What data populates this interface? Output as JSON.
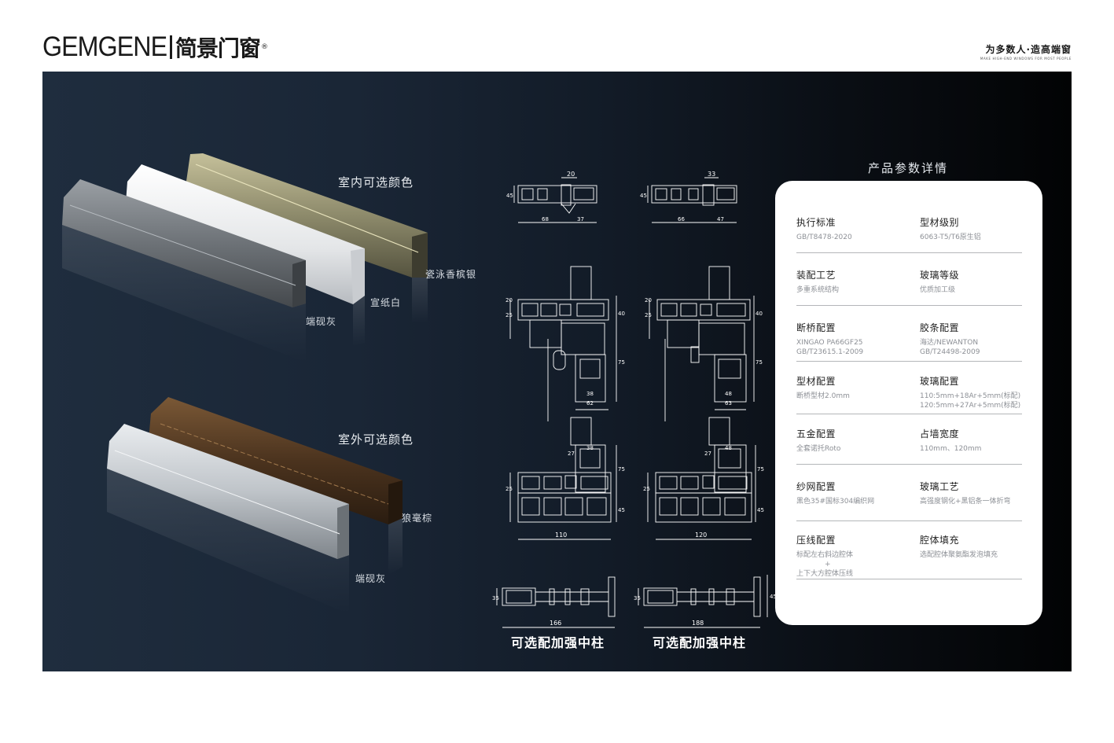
{
  "header": {
    "brand_latin": "GEMGENE",
    "brand_cn": "简景门窗",
    "brand_reg": "®",
    "slogan_cn": "为多数人·造高端窗",
    "slogan_en": "make high-end windows for most people"
  },
  "colors": {
    "title": "室内可选颜色",
    "indoor": [
      "瓷泳香槟银",
      "宣纸白",
      "端砚灰"
    ],
    "outdoor_title": "室外可选颜色",
    "outdoor": [
      "狼毫棕",
      "端砚灰"
    ]
  },
  "drawings": {
    "left": {
      "top_dims": [
        "20",
        "45",
        "68",
        "37"
      ],
      "mid_dims": [
        "20",
        "25",
        "40",
        "75",
        "38",
        "62"
      ],
      "bot_dims": [
        "27",
        "75",
        "38",
        "25",
        "45",
        "110"
      ],
      "mullion_dims": [
        "35",
        "166"
      ]
    },
    "right": {
      "top_dims": [
        "33",
        "45",
        "66",
        "47"
      ],
      "mid_dims": [
        "20",
        "25",
        "40",
        "75",
        "48",
        "63"
      ],
      "bot_dims": [
        "27",
        "75",
        "48",
        "25",
        "45",
        "120"
      ],
      "mullion_dims": [
        "35",
        "188",
        "45"
      ]
    },
    "caption_left": "可选配加强中柱",
    "caption_right": "可选配加强中柱"
  },
  "params": {
    "title": "产品参数详情",
    "rows": [
      [
        {
          "label": "执行标准",
          "value": [
            "GB/T8478-2020"
          ]
        },
        {
          "label": "型材级别",
          "value": [
            "6063-T5/T6原生铝"
          ]
        }
      ],
      [
        {
          "label": "装配工艺",
          "value": [
            "多重系统结构"
          ]
        },
        {
          "label": "玻璃等级",
          "value": [
            "优质加工级"
          ]
        }
      ],
      [
        {
          "label": "断桥配置",
          "value": [
            "XINGAO PA66GF25",
            "GB/T23615.1-2009"
          ]
        },
        {
          "label": "胶条配置",
          "value": [
            "海达/NEWANTON",
            "GB/T24498-2009"
          ]
        }
      ],
      [
        {
          "label": "型材配置",
          "value": [
            "断桥型材2.0mm"
          ]
        },
        {
          "label": "玻璃配置",
          "value": [
            "110:5mm+18Ar+5mm(标配)",
            "120:5mm+27Ar+5mm(标配)"
          ]
        }
      ],
      [
        {
          "label": "五金配置",
          "value": [
            "全套诺托Roto"
          ]
        },
        {
          "label": "占墙宽度",
          "value": [
            "110mm、120mm"
          ]
        }
      ],
      [
        {
          "label": "纱网配置",
          "value": [
            "黑色35#国标304编织网"
          ]
        },
        {
          "label": "玻璃工艺",
          "value": [
            "高强度钢化+黑铝条一体折弯"
          ]
        }
      ],
      [
        {
          "label": "压线配置",
          "value": [
            "标配左右斜边腔体",
            "+",
            "上下大方腔体压线"
          ]
        },
        {
          "label": "腔体填充",
          "value": [
            "选配腔体聚氨酯发泡填充"
          ]
        }
      ]
    ]
  }
}
